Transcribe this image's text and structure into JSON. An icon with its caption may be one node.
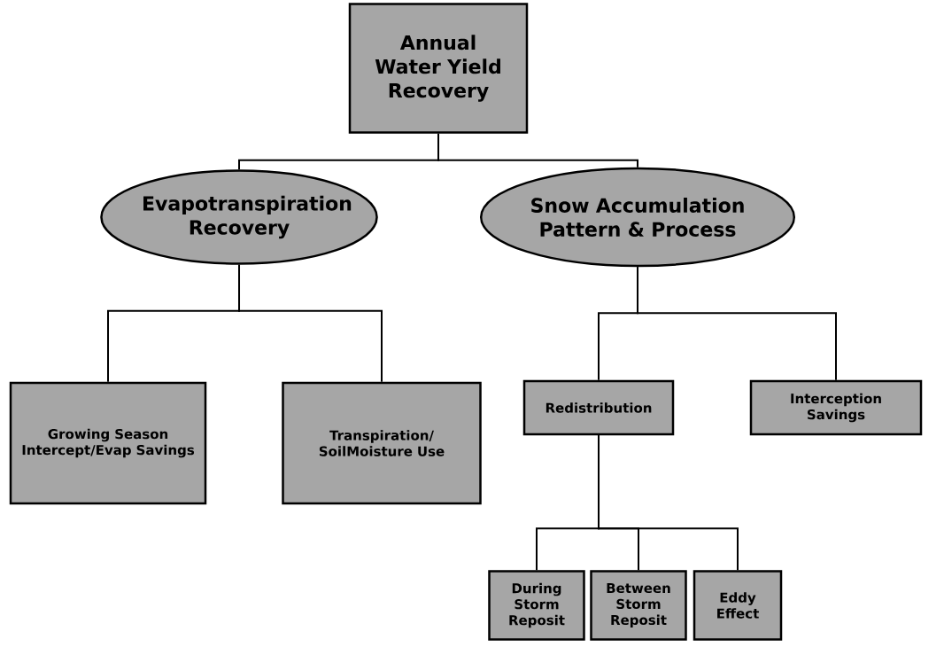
{
  "diagram": {
    "nodes": [
      {
        "text": [
          "Annual Water Yield Recovery"
        ]
      },
      {
        "text": [
          "Evapotranspiration Recovery"
        ]
      },
      {
        "text": [
          "Snow Accumulation Pattern & Process"
        ]
      },
      {
        "text": [
          "Growing Season Intercept/Evap Savings"
        ]
      },
      {
        "text": [
          "Transpiration/ SoilMoisture Use"
        ]
      },
      {
        "text": [
          "Redistribution"
        ]
      },
      {
        "text": [
          "Interception Savings"
        ]
      },
      {
        "text": [
          "During Storm Reposit"
        ]
      },
      {
        "text": [
          "Between Storm Reposit"
        ]
      },
      {
        "text": [
          "Eddy Effect"
        ]
      }
    ],
    "edges": [
      {
        "from": 0,
        "to": 1,
        "arrow": "none"
      },
      {
        "from": 0,
        "to": 2,
        "arrow": "none"
      },
      {
        "from": 1,
        "to": 3,
        "arrow": "none"
      },
      {
        "from": 1,
        "to": 4,
        "arrow": "none"
      },
      {
        "from": 2,
        "to": 5,
        "arrow": "none"
      },
      {
        "from": 2,
        "to": 6,
        "arrow": "none"
      },
      {
        "from": 5,
        "to": 7,
        "arrow": "none"
      },
      {
        "from": 5,
        "to": 8,
        "arrow": "none"
      },
      {
        "from": 5,
        "to": 9,
        "arrow": "none"
      }
    ]
  }
}
